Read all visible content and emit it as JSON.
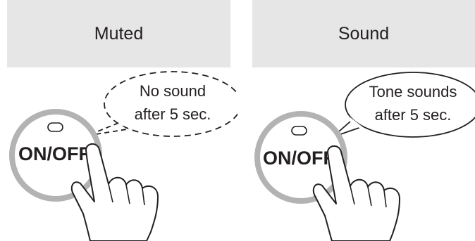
{
  "panels": [
    {
      "header": "Muted",
      "bubble": {
        "style": "dashed",
        "line1": "No sound",
        "line2": "after 5 sec."
      },
      "button_label": "ON/OFF"
    },
    {
      "header": "Sound",
      "bubble": {
        "style": "solid",
        "line1": "Tone sounds",
        "line2": "after 5 sec."
      },
      "button_label": "ON/OFF"
    }
  ],
  "colors": {
    "header_bg": "#e6e6e6",
    "ring": "#b3b3b3",
    "ink": "#231f20"
  }
}
